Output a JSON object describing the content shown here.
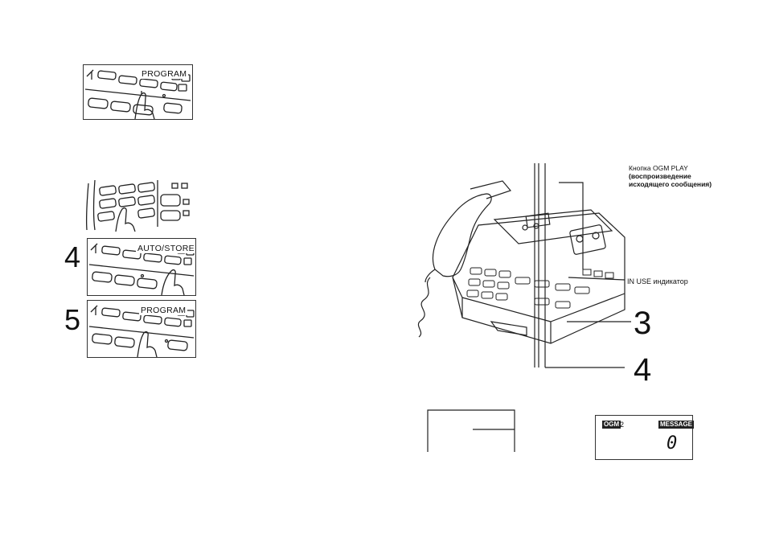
{
  "left_column": {
    "panel_program_top": {
      "label": "PROGRAM"
    },
    "step4": {
      "number": "4",
      "label": "AUTO/STORE"
    },
    "step5": {
      "number": "5",
      "label": "PROGRAM"
    }
  },
  "phone_figure": {
    "ogm_play_callout": {
      "line1": "Кнопка OGM PLAY",
      "line2": "(воспроизведение",
      "line3": "исходящего сообщения)"
    },
    "in_use_callout": "IN USE индикатор",
    "callout_3": "3",
    "callout_4": "4"
  },
  "lcd_display": {
    "ogm_badge": "OGM",
    "ogm_value": "2",
    "message_badge": "MESSAGE",
    "message_count": "0"
  }
}
